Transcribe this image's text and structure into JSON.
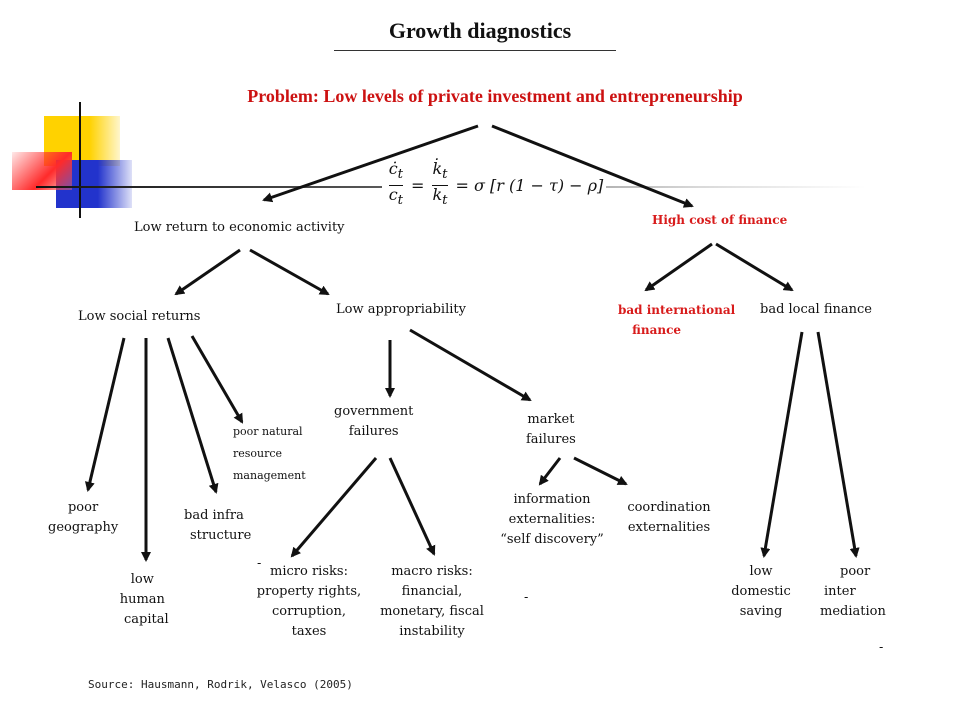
{
  "title": "Growth diagnostics",
  "problem": "Problem: Low levels of private investment and entrepreneurship",
  "equation": {
    "lhs": "ċt / ct",
    "mid": "k̇t / kt",
    "rhs": "= σ [r (1 − τ) − ρ]"
  },
  "nodes": {
    "low_return": "Low return to economic activity",
    "high_cost": "High cost of finance",
    "low_social": "Low social returns",
    "low_approp": "Low appropriability",
    "bad_intl_1": "bad international",
    "bad_intl_2": "finance",
    "bad_local": "bad local finance",
    "poor_geo_1": "poor",
    "poor_geo_2": "geography",
    "low_human_1": "low",
    "low_human_2": "human",
    "low_human_3": "capital",
    "bad_infra_1": "bad infra",
    "bad_infra_2": "structure",
    "poor_nat_1": "poor natural",
    "poor_nat_2": "resource",
    "poor_nat_3": "management",
    "gov_fail_1": "government",
    "gov_fail_2": "failures",
    "mkt_fail_1": "market",
    "mkt_fail_2": "failures",
    "micro_1": "micro risks:",
    "micro_2": "property rights,",
    "micro_3": "corruption,",
    "micro_4": "taxes",
    "macro_1": "macro risks:",
    "macro_2": "financial,",
    "macro_3": "monetary, fiscal",
    "macro_4": "instability",
    "info_1": "information",
    "info_2": "externalities:",
    "info_3": "“self discovery”",
    "coord_1": "coordination",
    "coord_2": "externalities",
    "low_dom_1": "low",
    "low_dom_2": "domestic",
    "low_dom_3": "saving",
    "poor_inter_1": "poor",
    "poor_inter_2": "inter",
    "poor_inter_3": "mediation"
  },
  "marks": {
    "dash": "-"
  },
  "source": "Source: Hausmann, Rodrik, Velasco (2005)",
  "colors": {
    "accent_red": "#cc1111",
    "deco_yellow": "#ffd200",
    "deco_blue": "#2233cc",
    "deco_red": "#ff2a2a"
  }
}
